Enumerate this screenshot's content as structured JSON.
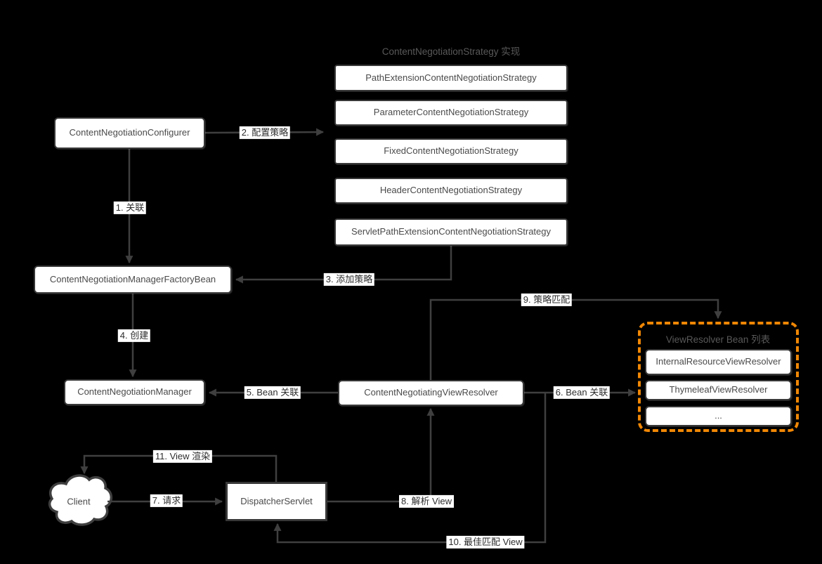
{
  "colors": {
    "background": "#000000",
    "line": "#3f3f3f",
    "box_fill": "#ffffff",
    "box_border": "#383838",
    "box_text": "#4a4a4a",
    "muted_title_text": "#595959",
    "edge_label_text": "#2d2d2d",
    "accent_orange": "#F08705"
  },
  "strategies": {
    "title": "ContentNegotiationStrategy 实现",
    "items": [
      "PathExtensionContentNegotiationStrategy",
      "ParameterContentNegotiationStrategy",
      "FixedContentNegotiationStrategy",
      "HeaderContentNegotiationStrategy",
      "ServletPathExtensionContentNegotiationStrategy"
    ]
  },
  "nodes": {
    "configurer": "ContentNegotiationConfigurer",
    "manager_factory_bean": "ContentNegotiationManagerFactoryBean",
    "manager": "ContentNegotiationManager",
    "negotiating_view_resolver": "ContentNegotiatingViewResolver",
    "dispatcher_servlet": "DispatcherServlet",
    "client": "Client"
  },
  "view_resolver_list": {
    "title": "ViewResolver Bean 列表",
    "items": [
      "InternalResourceViewResolver",
      "ThymeleafViewResolver",
      "..."
    ]
  },
  "edges": {
    "relate": "1. 关联",
    "configure_strategy": "2. 配置策略",
    "add_strategy": "3. 添加策略",
    "create": "4. 创建",
    "bean_relate_left": "5. Bean 关联",
    "bean_relate_right": "6. Bean 关联",
    "request": "7. 请求",
    "resolve_view": "8. 解析 View",
    "strategy_match": "9. 策略匹配",
    "best_match_view": "10. 最佳匹配 View",
    "view_render": "11. View 渲染"
  }
}
